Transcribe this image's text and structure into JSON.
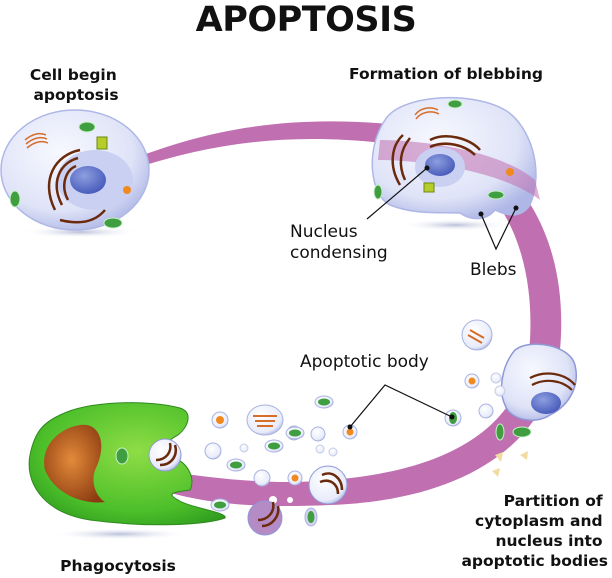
{
  "title": "APOPTOSIS",
  "stages": [
    {
      "id": "cell-begin",
      "lines": [
        "Cell begin",
        "apoptosis"
      ]
    },
    {
      "id": "blebbing",
      "lines": [
        "Formation of blebbing"
      ]
    },
    {
      "id": "partition",
      "lines": [
        "Partition of",
        "cytoplasm and",
        "nucleus into",
        "apoptotic bodies"
      ]
    },
    {
      "id": "phagocytosis",
      "lines": [
        "Phagocytosis"
      ]
    }
  ],
  "callouts": {
    "nucleus": [
      "Nucleus",
      "condensing"
    ],
    "blebs": "Blebs",
    "apoptotic_body": "Apoptotic body"
  },
  "colors": {
    "arc": "#c06fb0",
    "cell_body": "#dfe3f7",
    "cell_edge": "#b8c0ea",
    "nucleus": "#5b6fc9",
    "organelle_brown": "#7a3512",
    "mitochondria": "#3f9e3f",
    "vesicle_orange": "#f08a1f",
    "phagocyte": "#4cbf2a",
    "phagocyte_nucleus": "#b2561a"
  }
}
